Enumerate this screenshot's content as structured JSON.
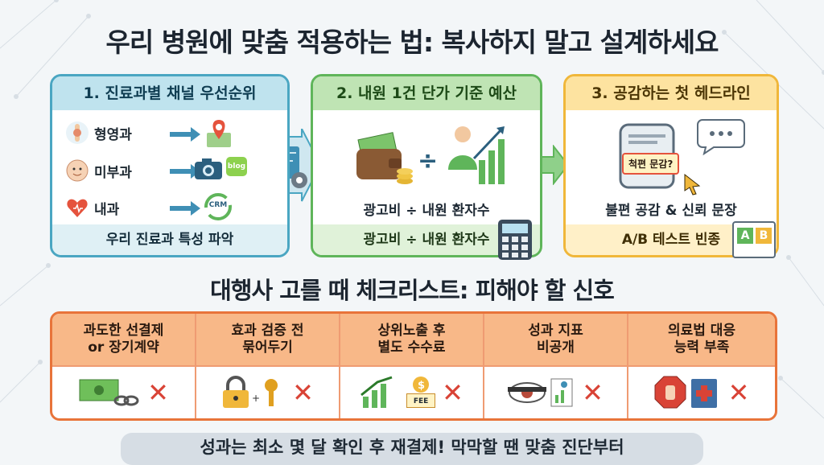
{
  "title": "우리 병원에 맞춤 적용하는 법: 복사하지 말고 설계하세요",
  "cards": [
    {
      "header": "1. 진료과별 채널 우선순위",
      "departments": [
        {
          "label": "형영과",
          "channel_icon": "map-pin-icon"
        },
        {
          "label": "미부과",
          "channel_icon": "camera-icon",
          "badge": "blog"
        },
        {
          "label": "내과",
          "channel_icon": "crm-cycle-icon",
          "badge": "CRM"
        }
      ],
      "footer": "우리 진료과 특성 파악"
    },
    {
      "header": "2. 내원 1건 단가 기준 예산",
      "formula": "광고비 ÷ 내원 환자수",
      "footer": "광고비 ÷ 내원 환자수"
    },
    {
      "header": "3. 공감하는 첫 헤드라인",
      "bubble_text": "척편 문감?",
      "caption": "불편 공감 & 신뢰 문장",
      "footer": "A/B 테스트 빈종",
      "ab_labels": [
        "A",
        "B"
      ]
    }
  ],
  "checklist_title": "대행사 고를 때 체크리스트: 피해야 할 신호",
  "checklist": [
    {
      "line1": "과도한 선결제",
      "line2": "or 장기계약",
      "icon": "money-chain-icon"
    },
    {
      "line1": "효과 검증 전",
      "line2": "묶어두기",
      "icon": "lock-key-icon"
    },
    {
      "line1": "상위노출 후",
      "line2": "별도 수수료",
      "icon": "fee-chart-icon",
      "badge": "FEE"
    },
    {
      "line1": "성과 지표",
      "line2": "비공개",
      "icon": "blind-eye-icon"
    },
    {
      "line1": "의료법 대응",
      "line2": "능력 부족",
      "icon": "stop-law-icon"
    }
  ],
  "cross_mark": "✕",
  "footer_text": "성과는 최소 몇 달 확인 후 재결제! 막막할 땐 맞춤 진단부터",
  "colors": {
    "card1": "#4aa6c2",
    "card2": "#5fb55a",
    "card3": "#f0b73a",
    "checklist": "#e8743a",
    "cross": "#d94336"
  }
}
